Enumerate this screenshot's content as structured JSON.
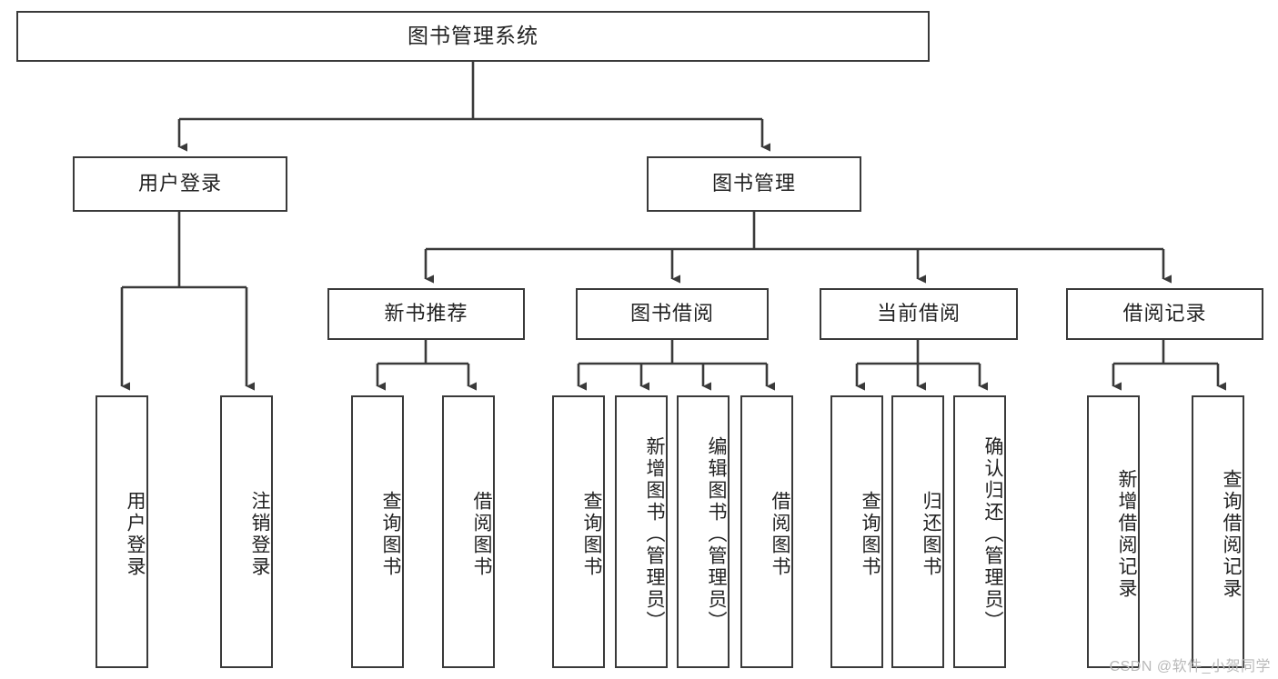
{
  "diagram": {
    "type": "tree",
    "title_node": {
      "label": "图书管理系统"
    },
    "level2": [
      {
        "id": "user-login",
        "label": "用户登录"
      },
      {
        "id": "book-management",
        "label": "图书管理"
      }
    ],
    "level3": [
      {
        "id": "new-book-recommend",
        "label": "新书推荐"
      },
      {
        "id": "book-borrow",
        "label": "图书借阅"
      },
      {
        "id": "current-borrow",
        "label": "当前借阅"
      },
      {
        "id": "borrow-record",
        "label": "借阅记录"
      }
    ],
    "leaves": {
      "user_login": [
        {
          "id": "leaf-user-login",
          "label": "用户登录"
        },
        {
          "id": "leaf-logout-login",
          "label": "注销登录"
        }
      ],
      "new_book_recommend": [
        {
          "id": "leaf-query-book-1",
          "label": "查询图书"
        },
        {
          "id": "leaf-borrow-book-1",
          "label": "借阅图书"
        }
      ],
      "book_borrow": [
        {
          "id": "leaf-query-book-2",
          "label": "查询图书"
        },
        {
          "id": "leaf-add-book",
          "label": "新增图书（管理员）"
        },
        {
          "id": "leaf-edit-book",
          "label": "编辑图书（管理员）"
        },
        {
          "id": "leaf-borrow-book-2",
          "label": "借阅图书"
        }
      ],
      "current_borrow": [
        {
          "id": "leaf-query-book-3",
          "label": "查询图书"
        },
        {
          "id": "leaf-return-book",
          "label": "归还图书"
        },
        {
          "id": "leaf-confirm-return",
          "label": "确认归还（管理员）"
        }
      ],
      "borrow_record": [
        {
          "id": "leaf-add-record",
          "label": "新增借阅记录"
        },
        {
          "id": "leaf-query-record",
          "label": "查询借阅记录"
        }
      ]
    }
  },
  "watermark": {
    "text": "CSDN @软件_小贺同学"
  },
  "colors": {
    "box_border": "#3a3a3a",
    "line": "#3a3a3a",
    "background": "#ffffff",
    "text": "#222222",
    "watermark": "#b9b9b9"
  }
}
